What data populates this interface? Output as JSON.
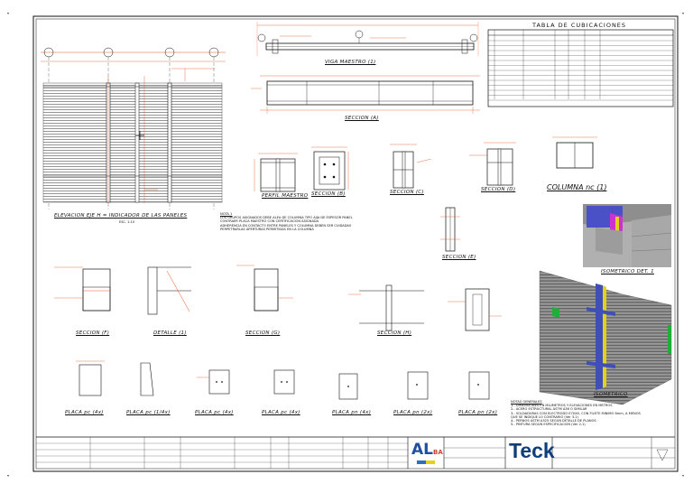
{
  "table": {
    "title": "TABLA DE CUBICACIONES"
  },
  "views": {
    "elevacion": "ELEVACION EJE H = INDICADOR DE LAS PANELES",
    "viga": "VIGA MAESTRO (1)",
    "seccion_a": "SECCION (A)",
    "perfil": "PERFIL MAESTRO",
    "seccion_b": "SECCION (B)",
    "seccion_c": "SECCION (C)",
    "seccion_d": "SECCION (D)",
    "columna": "COLUMNA nc (1)",
    "seccion_e": "SECCION (E)",
    "isometrico1": "ISOMETRICO DET. 1",
    "isometrico2": "ISOMETRICO",
    "seccion_f": "SECCION (F)",
    "detalle": "DETALLE (1)",
    "seccion_g": "SECCION (G)",
    "seccion_h": "SECCION (H)",
    "placas": [
      "PLACA pc (4x)",
      "PLACA pc (1/4x)",
      "PLACA pc (4x)",
      "PLACA pc (4x)",
      "PLACA pn (4x)",
      "PLACA pn (2x)",
      "PLACA pn (2x)"
    ],
    "esc": "ESC. 1:10"
  },
  "notes": {
    "nota1_title": "NOTA 1",
    "nota1_lines": [
      "LOS GRUPOS ASIGNADOS DEBE ALEA DE COLUMNA TIPO AIJA DE ESPESOR PANEL",
      "CONTRAER PLACA MAESTRO CON CERTIFICACION ASIGNADA",
      "ADHERENCIA EN CONTACTO ENTRE PANELES Y COLUMNA DEBEN SER CUIDADAS",
      "PERPETRARLAS APERTURAS PERMITIDAS EN LA COLUMNA"
    ],
    "generales_title": "NOTAS GENERALES",
    "generales_lines": [
      "1.- DIMENSIONES EN MILIMETROS Y ELEVACIONES EN METROS",
      "2.- ACERO ESTRUCTURAL ASTM A36 O SIMILAR",
      "3.- SOLDADURAS CON ELECTRODO E70XX, CON FILETE MINIMO 6mm, A MENOS",
      "    QUE SE INDIQUE LO CONTRARIO (Ver 3.1)",
      "4.- PERNOS ASTM A325 SEGUN DETALLE DE PLANOS",
      "5.- PINTURA SEGUN ESPECIFICACION (Ver 2.1)"
    ]
  },
  "logos": {
    "alba": "AL",
    "alba_sub": "BA",
    "teck": "Teck"
  },
  "colors": {
    "dimension": "#e8541c",
    "line": "#111111",
    "grid": "#8a8a8a",
    "iso_blue": "#3f4fb8",
    "iso_magenta": "#cc33cc",
    "iso_yellow": "#e4d21a",
    "iso_green": "#1fae3a"
  }
}
